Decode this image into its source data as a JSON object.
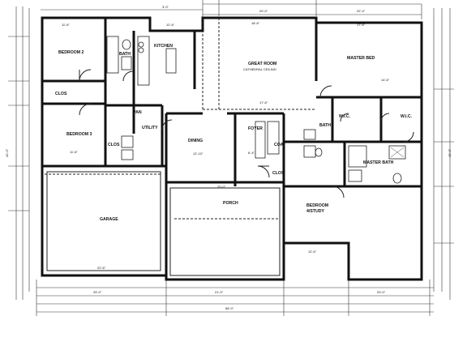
{
  "rooms": {
    "bedroom2": "BEDROOM 2",
    "bath": "BATH",
    "kitchen": "KITCHEN",
    "great_room": "GREAT ROOM",
    "great_room_note": "CATHEDRAL CEILING",
    "master_bed": "MASTER BED",
    "clos_left": "CLOS",
    "bedroom3": "BEDROOM 3",
    "utility": "UTILITY",
    "dining": "DINING",
    "foyer": "FOYER",
    "wic_left": "W.I.C.",
    "wic_right": "W.I.C.",
    "master_bath": "MASTER BATH",
    "garage": "GARAGE",
    "porch": "PORCH",
    "bedroom4": "BEDROOM",
    "bedroom4_sub": "4/STUDY",
    "bath2": "BATH",
    "clos_bed3": "CLOS",
    "clos_foyer": "CLOS",
    "pan": "PAN",
    "coat": "COAT"
  },
  "dimensions": {
    "bed2": "11'-6\"",
    "bed3": "11'-6\"",
    "kitchen": "12'-6\"",
    "great_room": "18'-6\"",
    "great_room_depth": "17'-6\"",
    "master": "17'-6\"",
    "master_depth": "14'-6\"",
    "dining": "12'-10\"",
    "foyer": "6'-4\"",
    "bed4": "12'-6\"",
    "garage_w": "22'-6\"",
    "porch_w": "20'-0\"",
    "top1": "3'-0\"",
    "top2": "20'-0\"",
    "top3": "22'-4\"",
    "bottom_total": "66'-0\"",
    "bottom1": "25'-0\"",
    "bottom2": "21'-0\"",
    "bottom3": "20'-0\"",
    "left_total": "42'-0\"",
    "right_total": "42'-0\""
  },
  "colors": {
    "line": "#111111",
    "background": "#ffffff"
  }
}
